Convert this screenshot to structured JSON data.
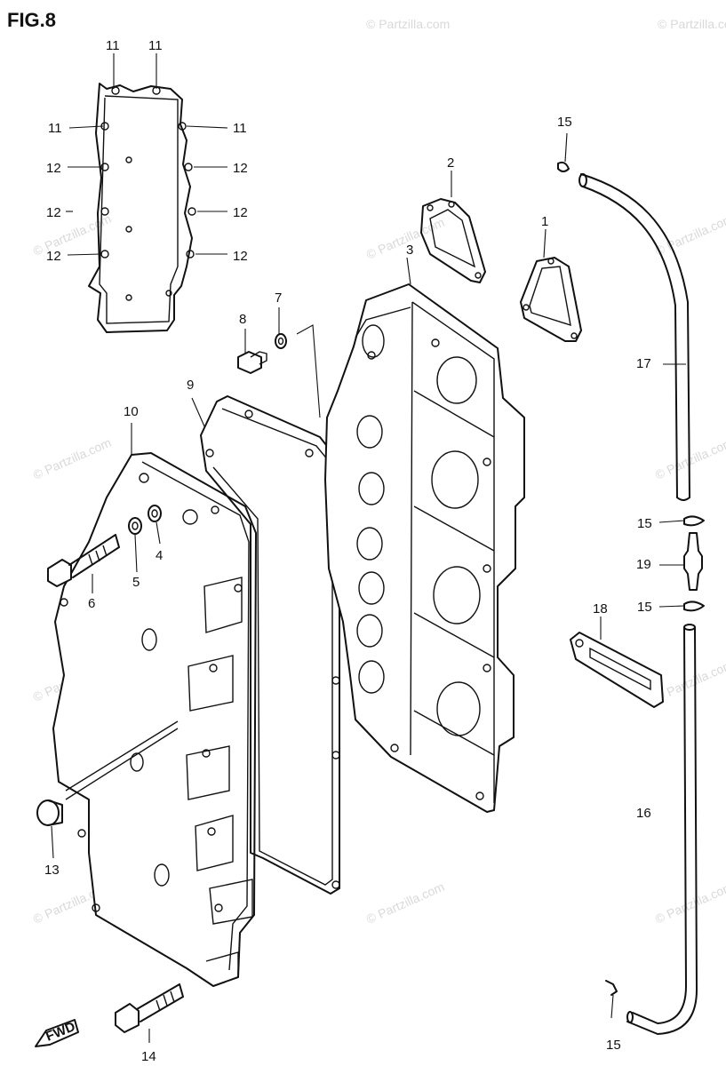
{
  "figure": {
    "title": "FIG.8"
  },
  "watermark": {
    "text": "© Partzilla.com",
    "color": "#d9d9d9"
  },
  "fwd_marker": {
    "text": "FWD"
  },
  "callouts": [
    {
      "id": "c1",
      "text": "1"
    },
    {
      "id": "c2",
      "text": "2"
    },
    {
      "id": "c3",
      "text": "3"
    },
    {
      "id": "c4",
      "text": "4"
    },
    {
      "id": "c5",
      "text": "5"
    },
    {
      "id": "c6",
      "text": "6"
    },
    {
      "id": "c7",
      "text": "7"
    },
    {
      "id": "c8",
      "text": "8"
    },
    {
      "id": "c9",
      "text": "9"
    },
    {
      "id": "c10",
      "text": "10"
    },
    {
      "id": "c11a",
      "text": "11"
    },
    {
      "id": "c11b",
      "text": "11"
    },
    {
      "id": "c11c",
      "text": "11"
    },
    {
      "id": "c11d",
      "text": "11"
    },
    {
      "id": "c12a",
      "text": "12"
    },
    {
      "id": "c12b",
      "text": "12"
    },
    {
      "id": "c12c",
      "text": "12"
    },
    {
      "id": "c12d",
      "text": "12"
    },
    {
      "id": "c12e",
      "text": "12"
    },
    {
      "id": "c12f",
      "text": "12"
    },
    {
      "id": "c13",
      "text": "13"
    },
    {
      "id": "c14",
      "text": "14"
    },
    {
      "id": "c15a",
      "text": "15"
    },
    {
      "id": "c15b",
      "text": "15"
    },
    {
      "id": "c15c",
      "text": "15"
    },
    {
      "id": "c15d",
      "text": "15"
    },
    {
      "id": "c16",
      "text": "16"
    },
    {
      "id": "c17",
      "text": "17"
    },
    {
      "id": "c18",
      "text": "18"
    },
    {
      "id": "c19",
      "text": "19"
    }
  ]
}
